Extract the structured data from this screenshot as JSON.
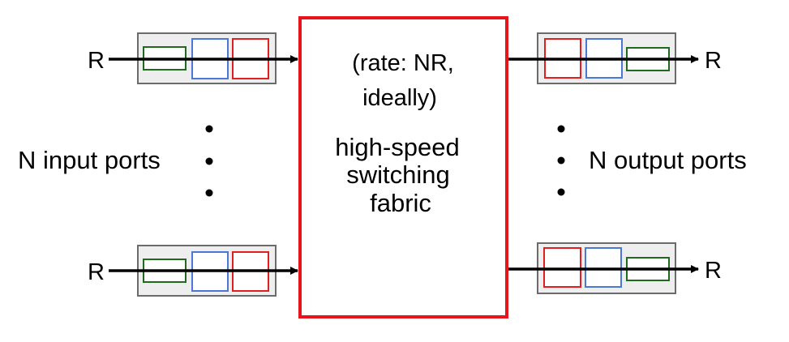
{
  "labels": {
    "input_rate_top": "R",
    "input_rate_bottom": "R",
    "output_rate_top": "R",
    "output_rate_bottom": "R",
    "input_ports": "N input ports",
    "output_ports": "N output ports"
  },
  "fabric": {
    "rate_line1": "(rate: NR,",
    "rate_line2": "ideally)",
    "name_line1": "high-speed",
    "name_line2": "switching",
    "name_line3": "fabric"
  },
  "colors": {
    "fabric_border": "#e8141c",
    "port_border": "#6b6b6b",
    "packet_green": "#1e6b1e",
    "packet_blue": "#4a78d4",
    "packet_red": "#e02020",
    "arrow": "#000000"
  }
}
